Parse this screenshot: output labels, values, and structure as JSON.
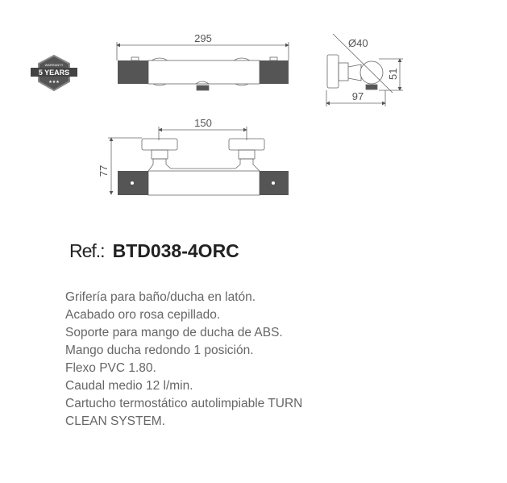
{
  "badge": {
    "top": "WARRANTY",
    "label": "5 YEARS",
    "stars": "★★★"
  },
  "dimensions": {
    "width": "295",
    "diameter": "Ø40",
    "height_side": "51",
    "depth": "97",
    "spacing": "150",
    "height_front": "77"
  },
  "reference": {
    "label": "Ref.:",
    "code": "BTD038-4ORC"
  },
  "description": [
    "Grifería para baño/ducha en latón.",
    "Acabado oro rosa cepillado.",
    "Soporte para mango de ducha de ABS.",
    "Mango ducha redondo 1 posición.",
    "Flexo PVC 1.80.",
    "Caudal medio 12 l/min.",
    "Cartucho termostático autolimpiable TURN",
    "CLEAN SYSTEM."
  ],
  "colors": {
    "handle": "#555555",
    "line": "#666666",
    "text": "#666666"
  }
}
